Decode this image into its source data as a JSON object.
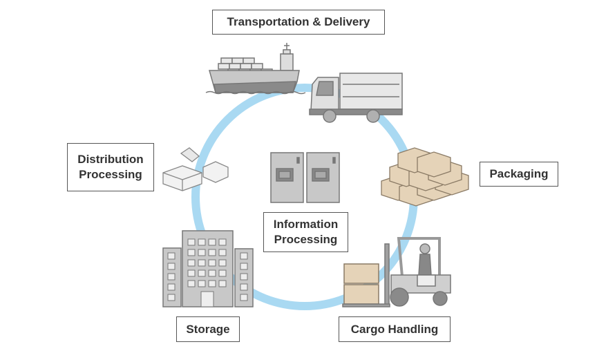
{
  "colors": {
    "cycle_ring": "#a9d9f2",
    "icon_gray": "#c8c8c8",
    "icon_outline": "#777777",
    "box_tan": "#e5d3b8",
    "label_border": "#555555",
    "label_text": "#333333"
  },
  "labels": {
    "transport": "Transportation & Delivery",
    "packaging": "Packaging",
    "cargo": "Cargo Handling",
    "storage": "Storage",
    "distribution_line1": "Distribution",
    "distribution_line2": "Processing",
    "information_line1": "Information",
    "information_line2": "Processing"
  },
  "icons": [
    "cargo-ship-icon",
    "truck-icon",
    "stacked-boxes-icon",
    "forklift-icon",
    "warehouse-buildings-icon",
    "open-boxes-icon",
    "server-cabinets-icon"
  ]
}
